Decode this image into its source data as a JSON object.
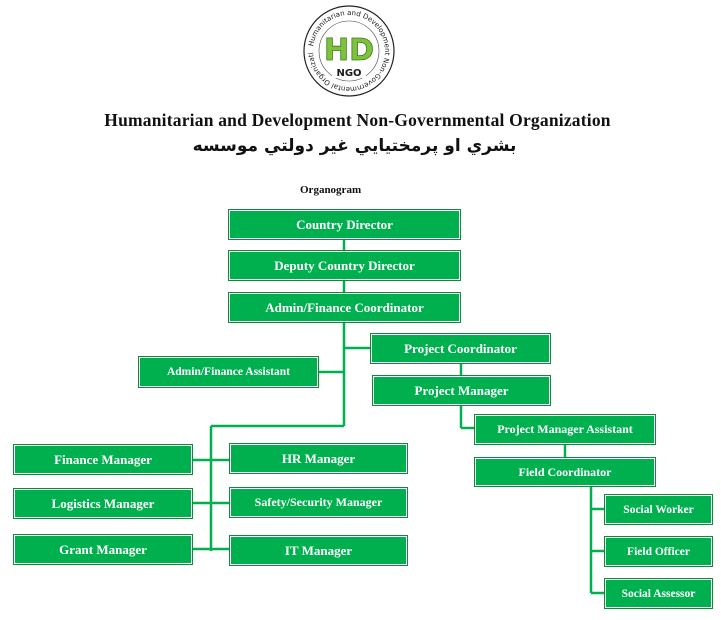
{
  "logo": {
    "letters": "HD",
    "badge": "NGO",
    "ring_text": "Humanitarian and Development Non-Governmental Organization"
  },
  "header": {
    "title": "Humanitarian and Development Non-Governmental Organization",
    "subtitle": "بشري او پرمختيايي غير دولتي موسسه",
    "organogram_label": "Organogram"
  },
  "org_chart": {
    "country_director": "Country Director",
    "deputy_country_director": "Deputy Country Director",
    "admin_finance_coordinator": "Admin/Finance Coordinator",
    "admin_finance_assistant": "Admin/Finance Assistant",
    "project_coordinator": "Project Coordinator",
    "project_manager": "Project Manager",
    "project_manager_assistant": "Project Manager Assistant",
    "field_coordinator": "Field Coordinator",
    "social_worker": "Social Worker",
    "field_officer": "Field Officer",
    "social_assessor": "Social Assessor",
    "finance_manager": "Finance Manager",
    "hr_manager": "HR Manager",
    "logistics_manager": "Logistics Manager",
    "safety_security_manager": "Safety/Security Manager",
    "grant_manager": "Grant Manager",
    "it_manager": "IT Manager"
  },
  "colors": {
    "box_fill": "#00b04f",
    "box_outline": "#0e8a3c",
    "connector": "#00b04f",
    "logo_green": "#7dc23c",
    "logo_dark": "#1a1a1a"
  }
}
